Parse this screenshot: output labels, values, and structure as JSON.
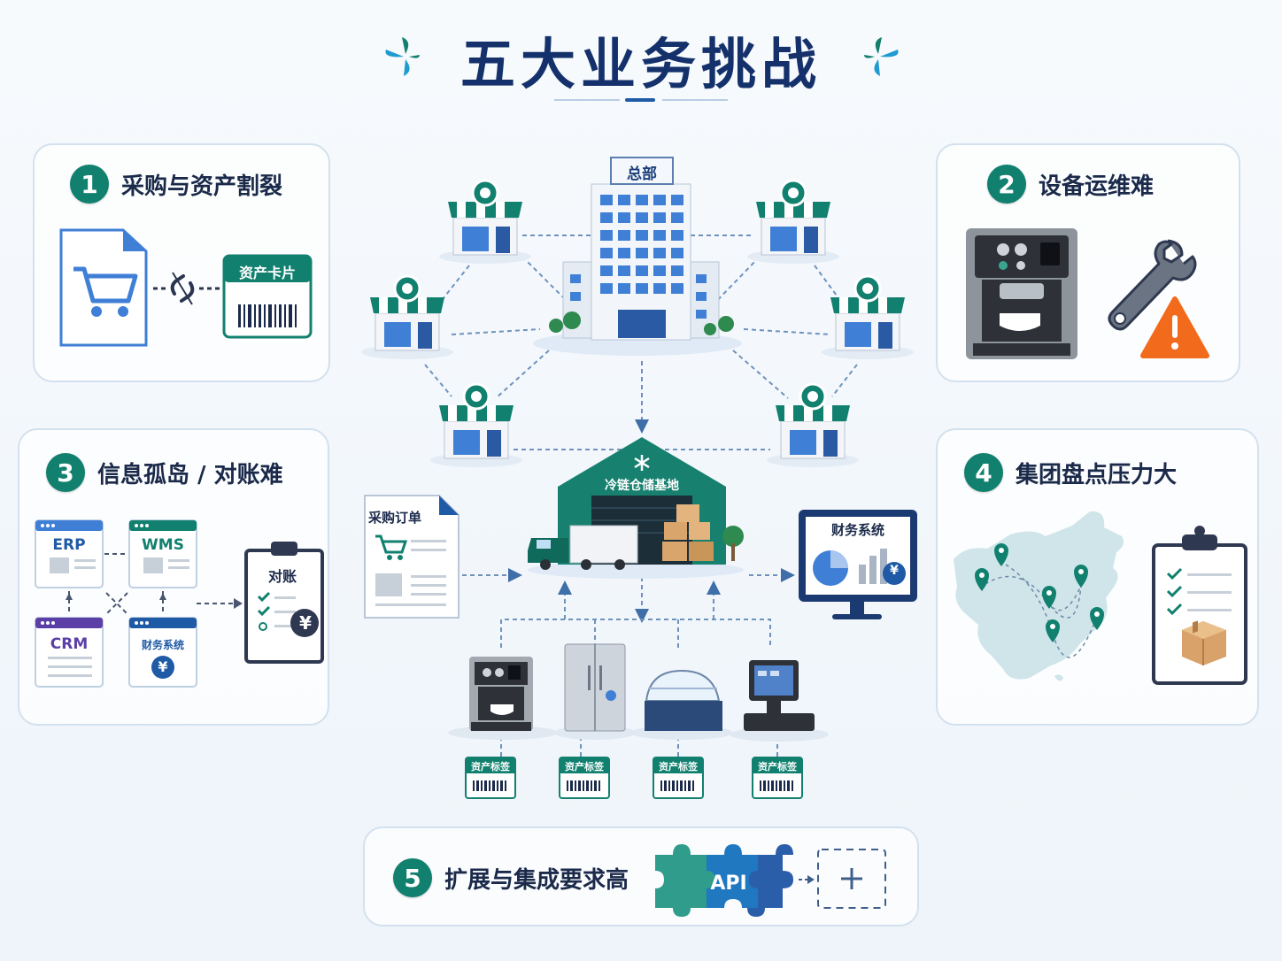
{
  "title": "五大业务挑战",
  "colors": {
    "teal": "#11806f",
    "navy": "#14316b",
    "blue": "#3f7fd6",
    "orange": "#f26a1b"
  },
  "panels": [
    {
      "number": "1",
      "title": "采购与资产割裂",
      "asset_card_label": "资产卡片"
    },
    {
      "number": "2",
      "title": "设备运维难"
    },
    {
      "number": "3",
      "title": "信息孤岛 / 对账难",
      "systems": [
        "ERP",
        "WMS",
        "CRM",
        "财务系统"
      ],
      "reconcile_label": "对账"
    },
    {
      "number": "4",
      "title": "集团盘点压力大"
    },
    {
      "number": "5",
      "title": "扩展与集成要求高",
      "api_label": "API"
    }
  ],
  "center": {
    "hq_label": "总部",
    "warehouse_label": "冷链仓储基地",
    "purchase_order_label": "采购订单",
    "finance_system_label": "财务系统",
    "asset_tag_label": "资产标签",
    "currency_symbol": "¥"
  },
  "icons": [
    "shopping-cart-icon",
    "broken-link-icon",
    "barcode-icon",
    "espresso-machine-icon",
    "wrench-icon",
    "warning-icon",
    "clipboard-icon",
    "checkmark-icon",
    "map-pin-icon",
    "box-icon",
    "puzzle-icon",
    "plus-icon",
    "snowflake-icon",
    "truck-icon",
    "store-icon",
    "building-icon"
  ]
}
